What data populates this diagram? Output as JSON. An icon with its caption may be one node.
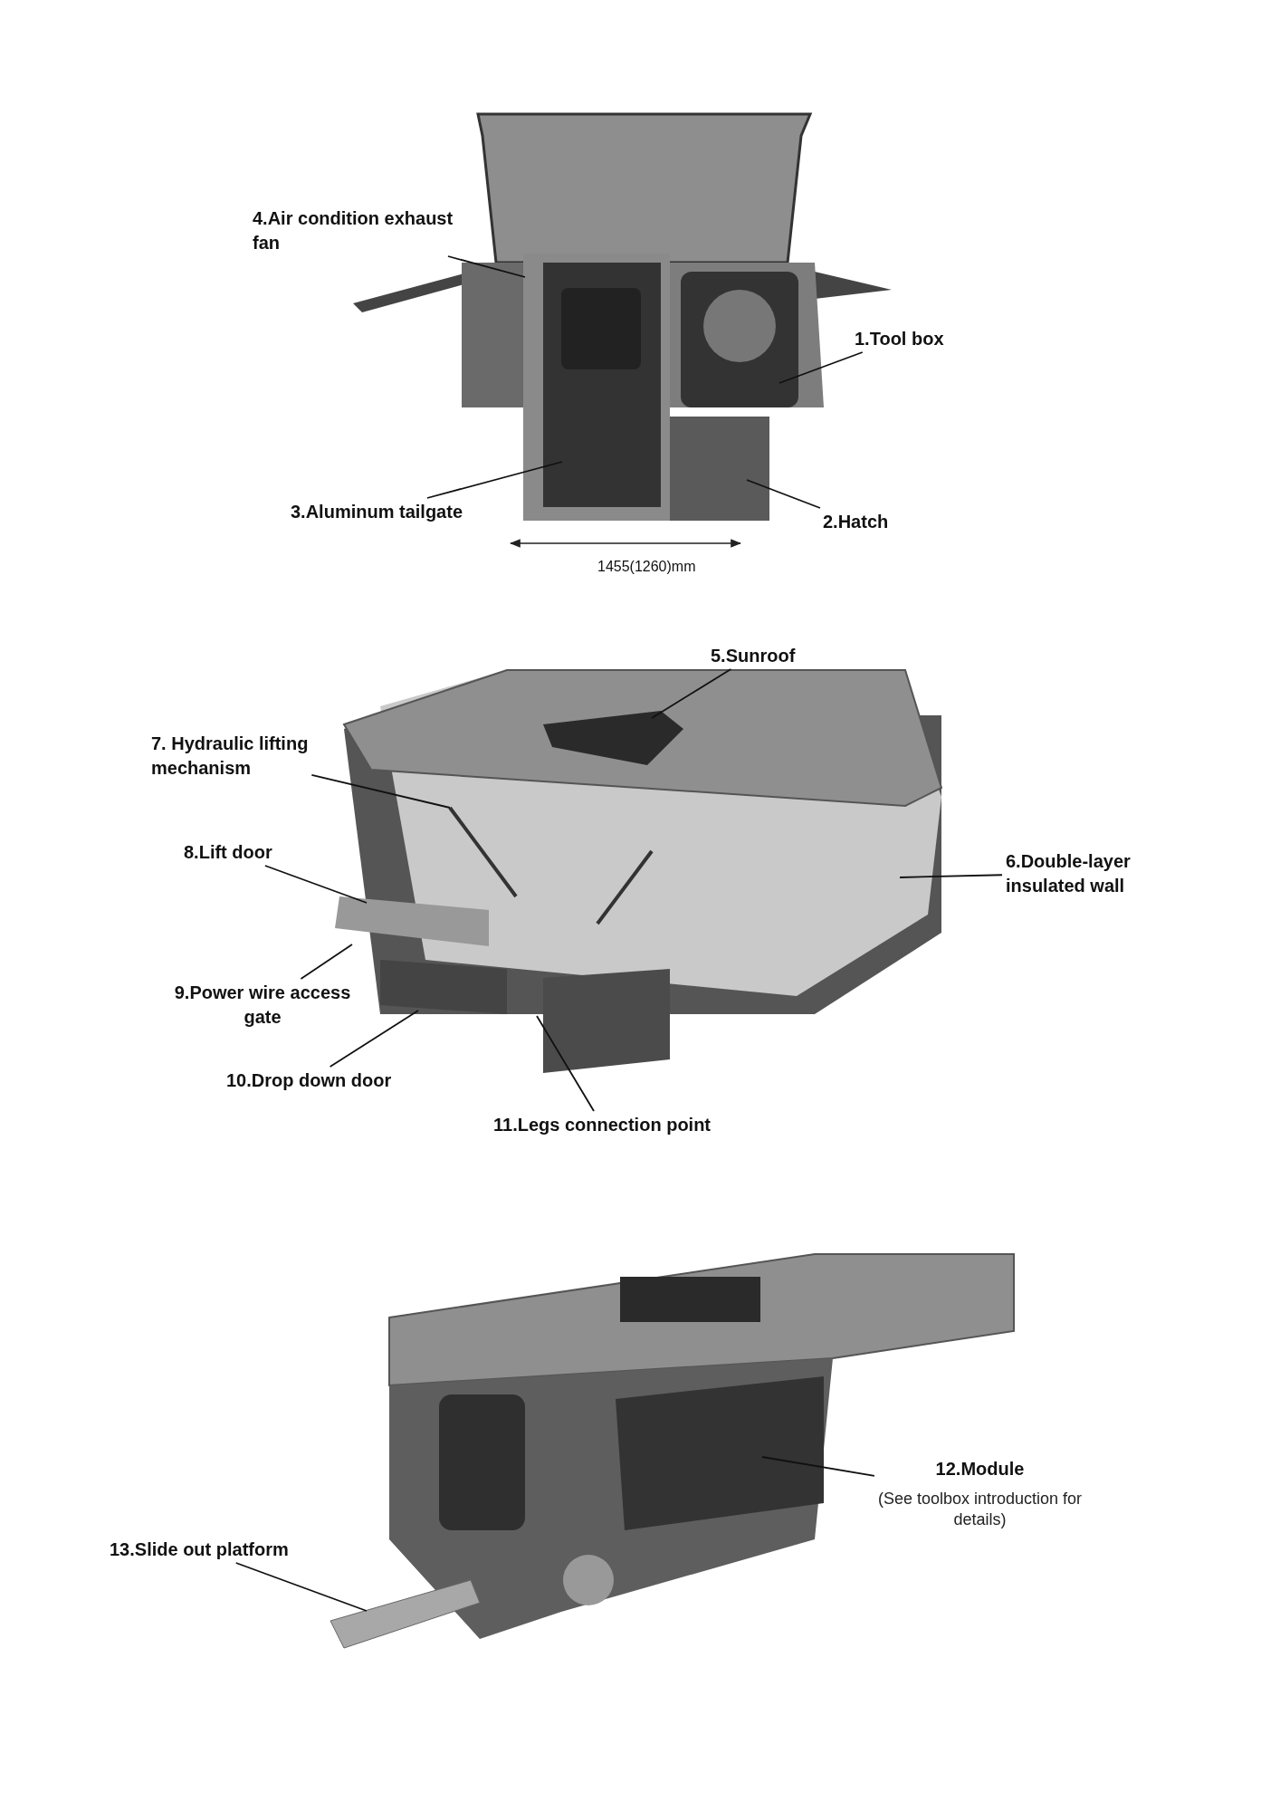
{
  "diagram": {
    "nodes": [
      {
        "text": [
          "4.Air condition exhaust fan"
        ]
      },
      {
        "text": [
          "1.Tool box"
        ]
      },
      {
        "text": [
          "3.Aluminum tailgate"
        ]
      },
      {
        "text": [
          "2.Hatch"
        ]
      },
      {
        "text": [
          "5.Sunroof"
        ]
      },
      {
        "text": [
          "7. Hydraulic lifting mechanism"
        ]
      },
      {
        "text": [
          "8.Lift door"
        ]
      },
      {
        "text": [
          "6.Double-layer insulated wall"
        ]
      },
      {
        "text": [
          "9.Power wire access gate"
        ]
      },
      {
        "text": [
          "10.Drop down door"
        ]
      },
      {
        "text": [
          "11.Legs connection point"
        ]
      },
      {
        "text": [
          "12.Module",
          "(See toolbox introduction for details)"
        ]
      },
      {
        "text": [
          "13.Slide out platform"
        ]
      },
      {
        "text": [],
        "shape": "picture"
      }
    ],
    "edges": [
      {
        "from": 0,
        "to": null,
        "arrow": "none"
      },
      {
        "from": 1,
        "to": null,
        "arrow": "none"
      },
      {
        "from": 2,
        "to": null,
        "arrow": "none"
      },
      {
        "from": 3,
        "to": null,
        "arrow": "none"
      },
      {
        "from": 4,
        "to": null,
        "arrow": "none"
      },
      {
        "from": 5,
        "to": null,
        "arrow": "none"
      },
      {
        "from": 6,
        "to": null,
        "arrow": "none"
      },
      {
        "from": 7,
        "to": null,
        "arrow": "none"
      },
      {
        "from": 8,
        "to": null,
        "arrow": "none"
      },
      {
        "from": 9,
        "to": null,
        "arrow": "none"
      },
      {
        "from": 10,
        "to": null,
        "arrow": "none"
      },
      {
        "from": 11,
        "to": null,
        "arrow": "none"
      },
      {
        "from": 12,
        "to": 13,
        "arrow": "none"
      }
    ],
    "labels": [
      "1455(1260)mm"
    ]
  }
}
